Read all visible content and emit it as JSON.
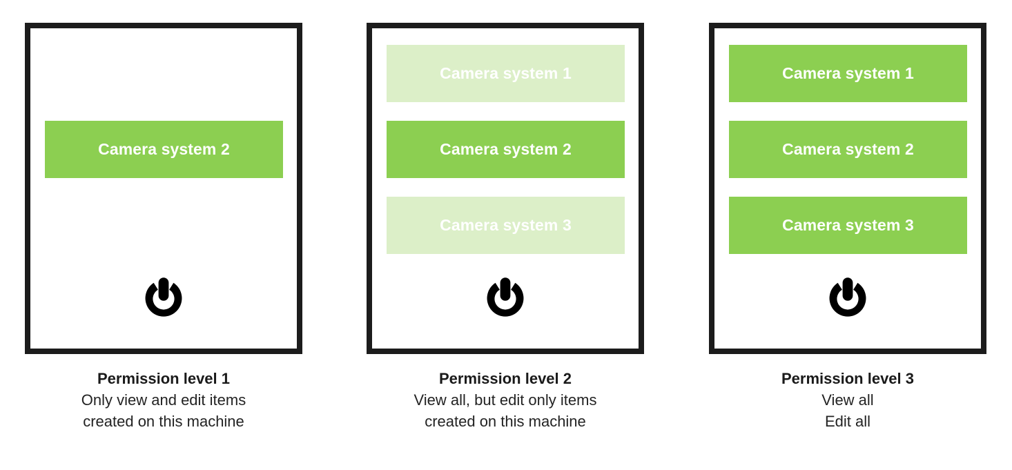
{
  "diagram": {
    "accent_color": "#8ccf51",
    "faded_color": "#dcefc8",
    "border_color": "#1c1c1c",
    "text_color": "#1a1a1a",
    "bar_text_color": "#ffffff",
    "power_icon": "power-icon",
    "panels": [
      {
        "id": "permission-level-1",
        "slots": [
          {
            "label": "",
            "state": "hidden"
          },
          {
            "label": "Camera system 2",
            "state": "active"
          },
          {
            "label": "",
            "state": "hidden"
          }
        ],
        "caption": {
          "title": "Permission level 1",
          "lines": [
            "Only view and edit items",
            "created on this machine"
          ]
        }
      },
      {
        "id": "permission-level-2",
        "slots": [
          {
            "label": "Camera system 1",
            "state": "faded"
          },
          {
            "label": "Camera system 2",
            "state": "active"
          },
          {
            "label": "Camera system 3",
            "state": "faded"
          }
        ],
        "caption": {
          "title": "Permission level 2",
          "lines": [
            "View all, but edit only items",
            "created on this machine"
          ]
        }
      },
      {
        "id": "permission-level-3",
        "slots": [
          {
            "label": "Camera system 1",
            "state": "active"
          },
          {
            "label": "Camera system 2",
            "state": "active"
          },
          {
            "label": "Camera system 3",
            "state": "active"
          }
        ],
        "caption": {
          "title": "Permission level 3",
          "lines": [
            "View all",
            "Edit all"
          ]
        }
      }
    ]
  }
}
